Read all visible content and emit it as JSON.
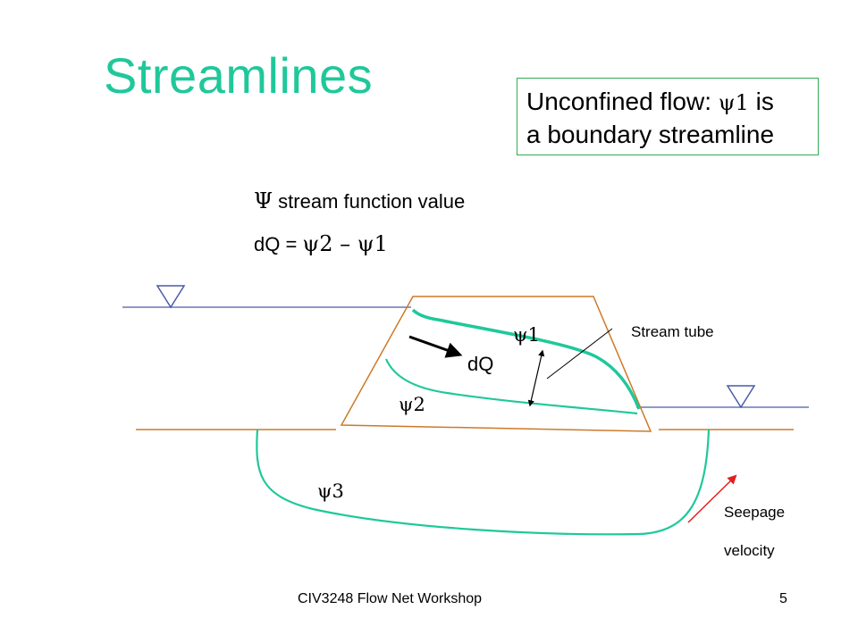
{
  "slide": {
    "title": "Streamlines",
    "note_line1_a": "Unconfined flow: ",
    "note_line1_psi": "ψ1",
    "note_line1_b": " is",
    "note_line2": "a boundary streamline",
    "def_symbol": "Ψ",
    "def_text": " stream function value",
    "eq_prefix": "dQ = ",
    "eq_expr": "ψ2 – ψ1",
    "footer_title": "CIV3248 Flow Net Workshop",
    "page_number": "5"
  },
  "diagram": {
    "psi1_label": "ψ1",
    "psi2_label": "ψ2",
    "psi3_label": "ψ3",
    "dq_label": "dQ",
    "stream_tube_label": "Stream tube",
    "seepage_line1": "Seepage",
    "seepage_line2": "velocity",
    "colors": {
      "streamline": "#1fc89a",
      "dam_outline": "#cc7a2a",
      "water_line": "#4a5aa8",
      "velocity_arrow": "#e02020",
      "text": "#000000"
    }
  }
}
